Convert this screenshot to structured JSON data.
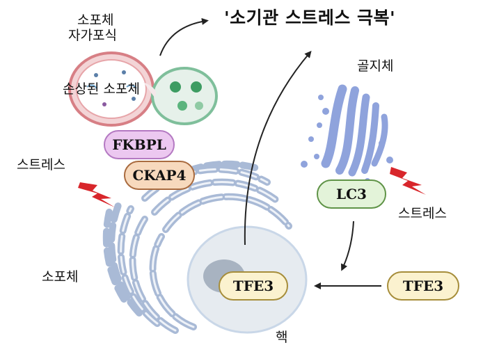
{
  "title": "'소기관 스트레스 극복'",
  "labels": {
    "autophagy_line1": "소포체",
    "autophagy_line2": "자가포식",
    "damaged_er": "손상된 소포체",
    "golgi": "골지체",
    "stress_left": "스트레스",
    "stress_right": "스트레스",
    "er": "소포체",
    "nucleus": "핵"
  },
  "proteins": {
    "fkbpl": "FKBPL",
    "ckap4": "CKAP4",
    "lc3": "LC3",
    "tfe3_nucleus": "TFE3",
    "tfe3_cytoplasm": "TFE3"
  },
  "colors": {
    "fkbpl_fill": "#ecc8f0",
    "ckap4_fill": "#f7d9bd",
    "lc3_fill": "#e3f3d9",
    "tfe3_fill": "#fbf2cf",
    "golgi": "#8fa3dc",
    "er": "#a9bad6",
    "stress_bolt": "#d8262b",
    "autophagosome": "#d77f85",
    "lysosome": "#7fbf9b"
  }
}
